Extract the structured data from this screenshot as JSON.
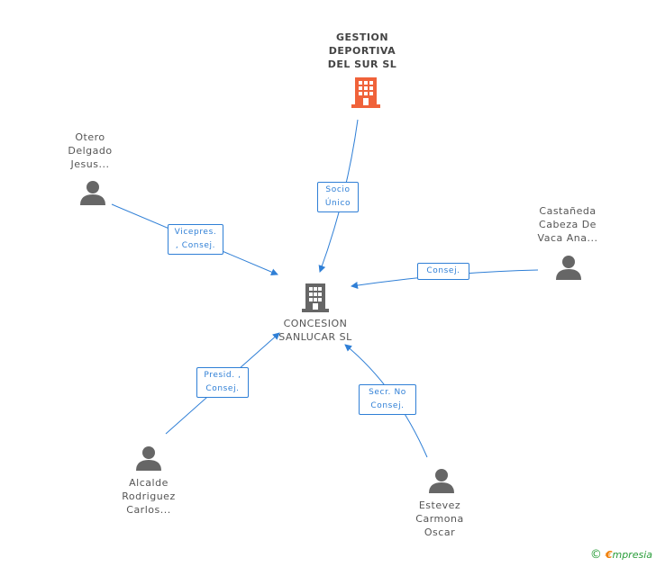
{
  "diagram": {
    "center": {
      "label": "CONCESION\nSANLUCAR SL"
    },
    "parent": {
      "label": "GESTION\nDEPORTIVA\nDEL SUR SL",
      "relation": "Socio\nÚnico",
      "color": "#f0623a"
    },
    "people": [
      {
        "label": "Otero\nDelgado\nJesus...",
        "relation": "Vicepres.\n, Consej."
      },
      {
        "label": "Castañeda\nCabeza De\nVaca Ana...",
        "relation": "Consej."
      },
      {
        "label": "Alcalde\nRodriguez\nCarlos...",
        "relation": "Presid. ,\nConsej."
      },
      {
        "label": "Estevez\nCarmona\nOscar",
        "relation": "Secr. No\nConsej."
      }
    ],
    "colors": {
      "edge": "#2f7fd6",
      "person_icon": "#666666",
      "company_icon": "#666666"
    }
  },
  "footer": {
    "copyright_symbol": "©",
    "brand_initial": "€",
    "brand_rest": "mpresia"
  }
}
